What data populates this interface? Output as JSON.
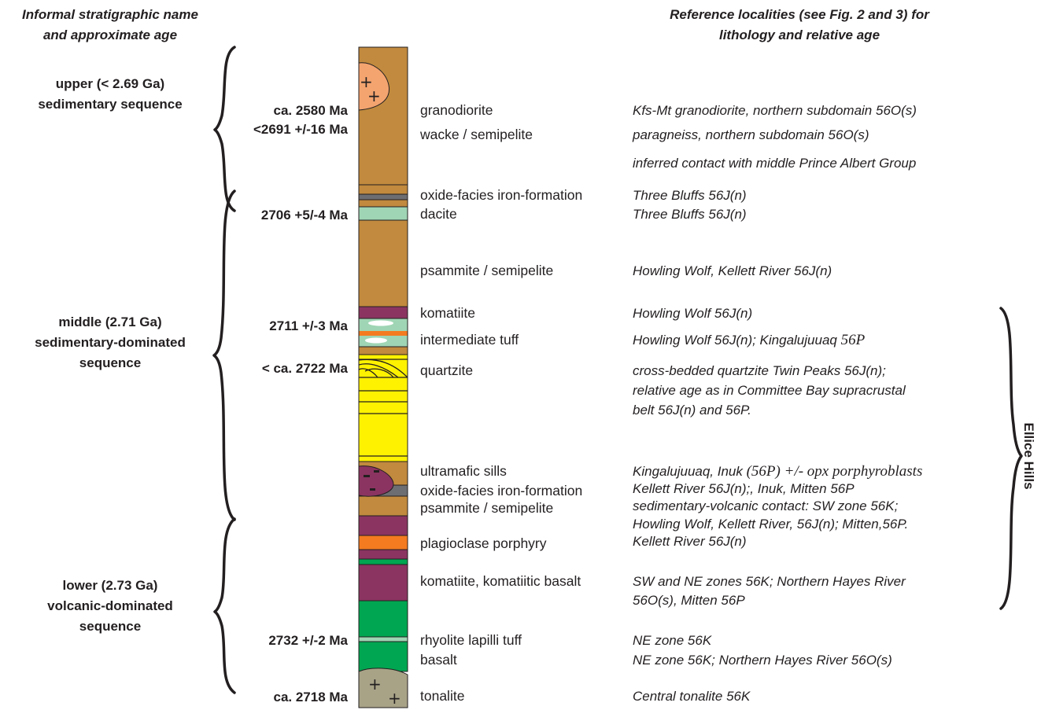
{
  "headers": {
    "left_line1": "Informal stratigraphic name",
    "left_line2": "and approximate age",
    "right_line1": "Reference localities (see Fig. 2 and 3) for",
    "right_line2": "lithology and relative age"
  },
  "sequences": {
    "upper": {
      "line1": "upper (< 2.69 Ga)",
      "line2": "sedimentary sequence"
    },
    "middle": {
      "line1": "middle (2.71 Ga)",
      "line2": "sedimentary-dominated",
      "line3": "sequence"
    },
    "lower": {
      "line1": "lower (2.73 Ga)",
      "line2": "volcanic-dominated",
      "line3": "sequence"
    }
  },
  "ages": {
    "granodiorite": "ca. 2580 Ma",
    "wacke": "<2691 +/-16 Ma",
    "dacite": "2706 +5/-4 Ma",
    "tuff": "2711 +/-3 Ma",
    "quartzite": "< ca. 2722 Ma",
    "rhyolite": "2732 +/-2 Ma",
    "tonalite": "ca. 2718 Ma"
  },
  "lithologies": {
    "granodiorite": "granodiorite",
    "wacke": "wacke / semipelite",
    "iron1": "oxide-facies iron-formation",
    "dacite": "dacite",
    "psammite1": "psammite / semipelite",
    "komatiite1": "komatiite",
    "tuff": "intermediate tuff",
    "quartzite": "quartzite",
    "sills": "ultramafic sills",
    "iron2": "oxide-facies iron-formation",
    "psammite2": "psammite / semipelite",
    "porphyry": "plagioclase porphyry",
    "komatiite2": "komatiite, komatiitic basalt",
    "rhyolite": "rhyolite lapilli tuff",
    "basalt": "basalt",
    "tonalite": "tonalite"
  },
  "references": {
    "granodiorite": "Kfs-Mt granodiorite, northern subdomain 56O(s)",
    "wacke": "paragneiss, northern subdomain 56O(s)",
    "contact": "inferred contact with middle Prince Albert Group",
    "iron1": "Three Bluffs 56J(n)",
    "dacite": "Three Bluffs 56J(n)",
    "psammite1": "Howling Wolf, Kellett River 56J(n)",
    "komatiite1": "Howling Wolf 56J(n)",
    "tuff_a": "Howling Wolf 56J(n); Kingalujuuaq ",
    "tuff_b": "56P",
    "quartzite_1": "cross-bedded quartzite Twin Peaks 56J(n);",
    "quartzite_2": "relative age as in Committee Bay supracrustal",
    "quartzite_3": "belt 56J(n) and 56P.",
    "sills_a": "Kingalujuuaq, Inuk ",
    "sills_b": "(56P) +/- opx porphyroblasts",
    "iron2": "Kellett River 56J(n);, Inuk, Mitten 56P",
    "contact2": "sedimentary-volcanic contact: SW zone 56K;",
    "psammite2": "Howling Wolf, Kellett River, 56J(n); Mitten,56P.",
    "porphyry": "Kellett River 56J(n)",
    "komatiite2_1": "SW and NE zones 56K; Northern Hayes River",
    "komatiite2_2": "56O(s), Mitten 56P",
    "rhyolite": "NE zone 56K",
    "basalt": "NE zone 56K; Northern Hayes River 56O(s)",
    "tonalite": "Central tonalite 56K"
  },
  "side_label": "Ellice Hills",
  "colors": {
    "sediment": "#c18a3e",
    "granite": "#f4a46f",
    "iron": "#6d6e71",
    "felsic": "#9fd5b4",
    "ultramafic": "#8b3461",
    "tuff_band": "#f47b20",
    "quartzite": "#fff200",
    "porphyry": "#f47b20",
    "basalt": "#00a651",
    "tonalite": "#a8a387"
  }
}
